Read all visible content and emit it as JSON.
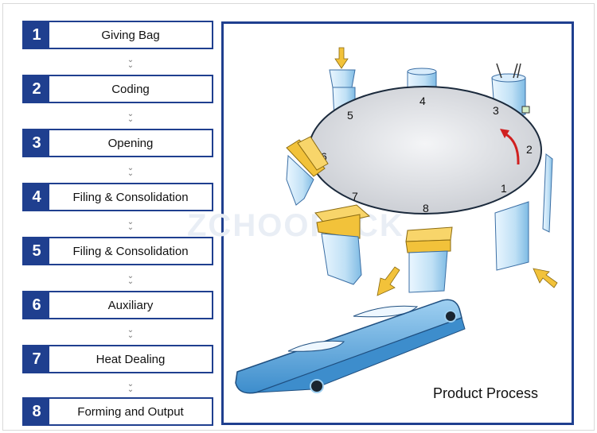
{
  "steps": [
    {
      "num": "1",
      "label": "Giving Bag"
    },
    {
      "num": "2",
      "label": "Coding"
    },
    {
      "num": "3",
      "label": "Opening"
    },
    {
      "num": "4",
      "label": "Filing & Consolidation"
    },
    {
      "num": "5",
      "label": "Filing & Consolidation"
    },
    {
      "num": "6",
      "label": "Auxiliary"
    },
    {
      "num": "7",
      "label": "Heat Dealing"
    },
    {
      "num": "8",
      "label": "Forming and Output"
    }
  ],
  "chevron_glyph": "«",
  "diagram": {
    "caption": "Product Process",
    "station_numbers": [
      "1",
      "2",
      "3",
      "4",
      "5",
      "6",
      "7",
      "8"
    ],
    "watermark": "ZCHOOPACK"
  },
  "colors": {
    "navy": "#1f3f8f",
    "disk": "#d6d8dc",
    "bag": "#bfe0f5",
    "conveyor": "#5aa5dc",
    "arrow_yellow": "#f2c23a",
    "rotation_red": "#d02020"
  }
}
